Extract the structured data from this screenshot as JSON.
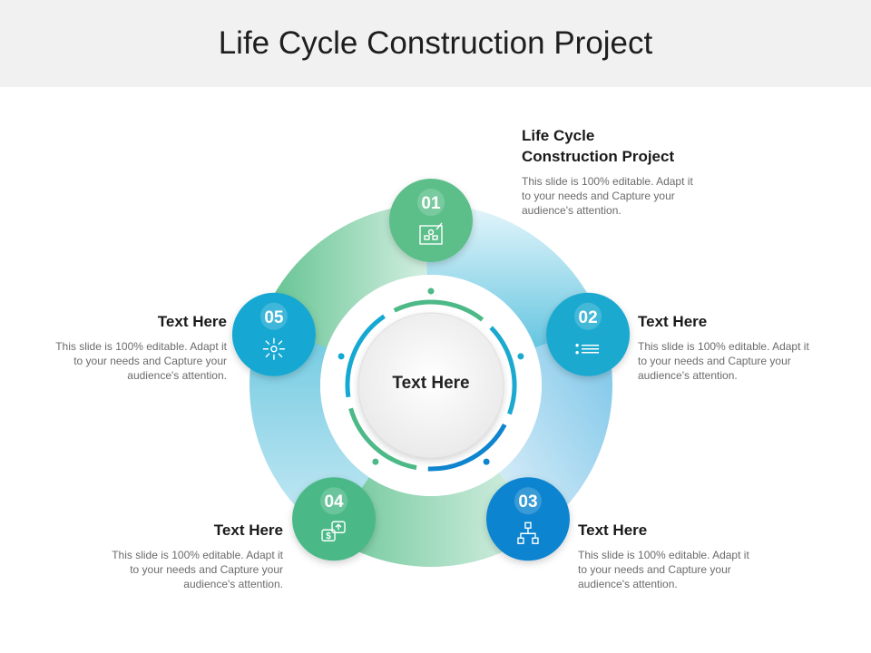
{
  "title": "Life Cycle Construction Project",
  "center_label": "Text Here",
  "steps": [
    {
      "number": "01",
      "icon": "blueprint-icon",
      "heading": "Life Cycle Construction Project",
      "body": "This slide is 100% editable. Adapt it to your needs and Capture your audience's attention.",
      "color": "#5bbf8a"
    },
    {
      "number": "02",
      "icon": "list-icon",
      "heading": "Text Here",
      "body": "This slide is 100% editable. Adapt it to your needs and Capture your audience's attention.",
      "color": "#1ba9cf"
    },
    {
      "number": "03",
      "icon": "hierarchy-icon",
      "heading": "Text Here",
      "body": "This slide is 100% editable. Adapt it to your needs and Capture your audience's attention.",
      "color": "#0f84cf"
    },
    {
      "number": "04",
      "icon": "money-exchange-icon",
      "heading": "Text Here",
      "body": "This slide is 100% editable. Adapt it to your needs and Capture your audience's attention.",
      "color": "#4cb987"
    },
    {
      "number": "05",
      "icon": "focus-icon",
      "heading": "Text Here",
      "body": "This slide is 100% editable. Adapt it to your needs and Capture your audience's attention.",
      "color": "#14a8d2"
    }
  ]
}
